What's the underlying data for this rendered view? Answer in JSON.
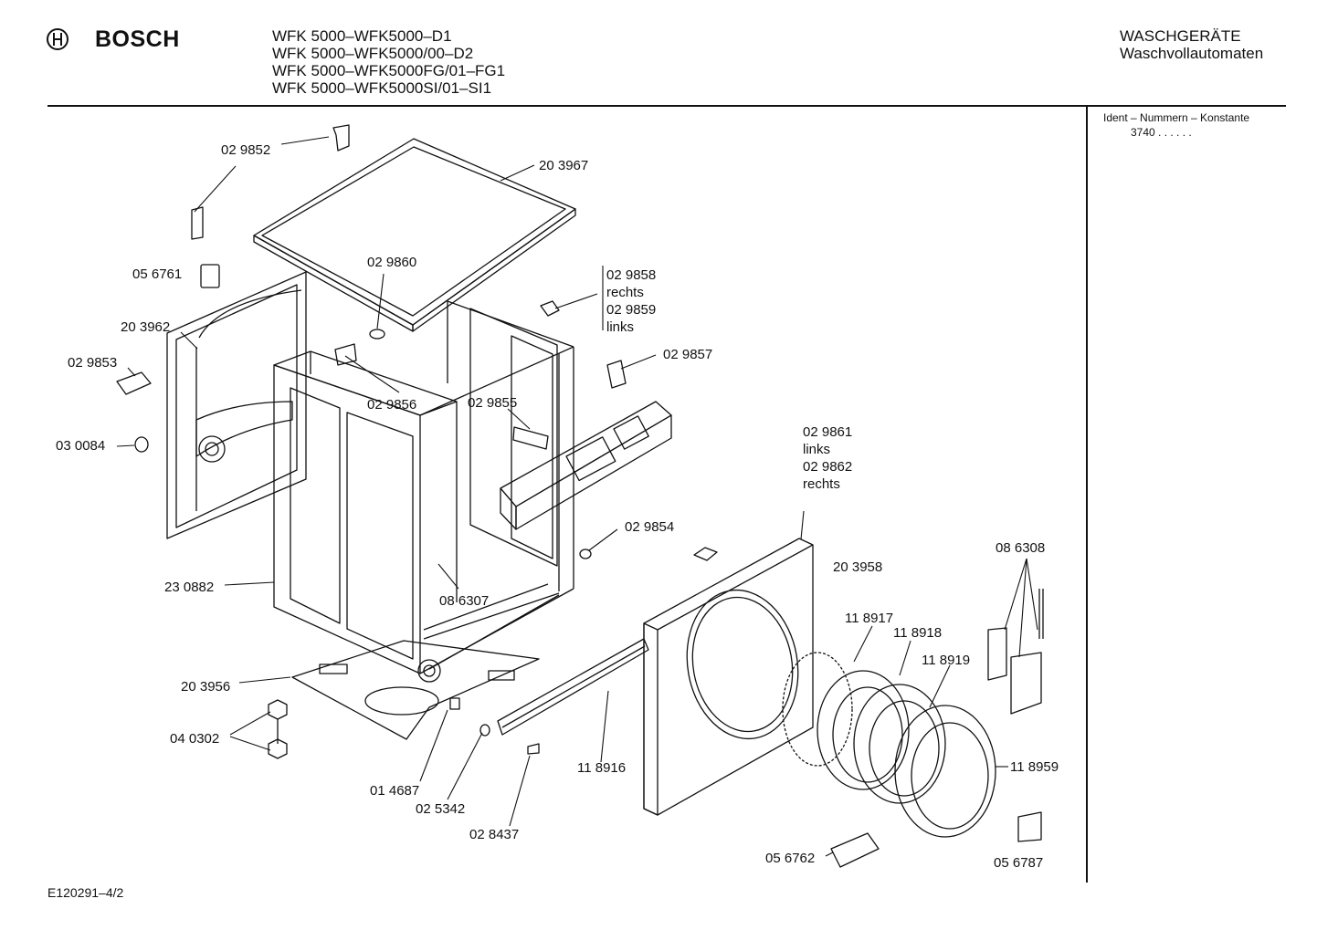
{
  "header": {
    "brand": "BOSCH",
    "models": [
      "WFK 5000–WFK5000–D1",
      "WFK 5000–WFK5000/00–D2",
      "WFK 5000–WFK5000FG/01–FG1",
      "WFK 5000–WFK5000SI/01–SI1"
    ],
    "category": "WASCHGERÄTE",
    "subcategory": "Waschvollautomaten"
  },
  "sidebar": {
    "title": "Ident – Nummern – Konstante",
    "value": "3740 . . . . . ."
  },
  "footer": {
    "code": "E120291–4/2"
  },
  "parts": {
    "p029852": "02 9852",
    "p203967": "20 3967",
    "p056761": "05 6761",
    "p029860": "02 9860",
    "p029858": "02 9858",
    "rechts1": "rechts",
    "p029859": "02 9859",
    "links1": "links",
    "p203962": "20 3962",
    "p029857": "02 9857",
    "p029853": "02 9853",
    "p029856": "02 9856",
    "p029855": "02 9855",
    "p030084": "03 0084",
    "p029861": "02 9861",
    "links2": "links",
    "p029862": "02 9862",
    "rechts2": "rechts",
    "p029854": "02 9854",
    "p086308": "08 6308",
    "p203958": "20 3958",
    "p230882": "23 0882",
    "p086307": "08 6307",
    "p118917": "11 8917",
    "p118918": "11 8918",
    "p118919": "11 8919",
    "p203956": "20 3956",
    "p040302": "04 0302",
    "p118916": "11 8916",
    "p118959": "11 8959",
    "p014687": "01 4687",
    "p025342": "02 5342",
    "p028437": "02 8437",
    "p056762": "05 6762",
    "p056787": "05 6787"
  }
}
